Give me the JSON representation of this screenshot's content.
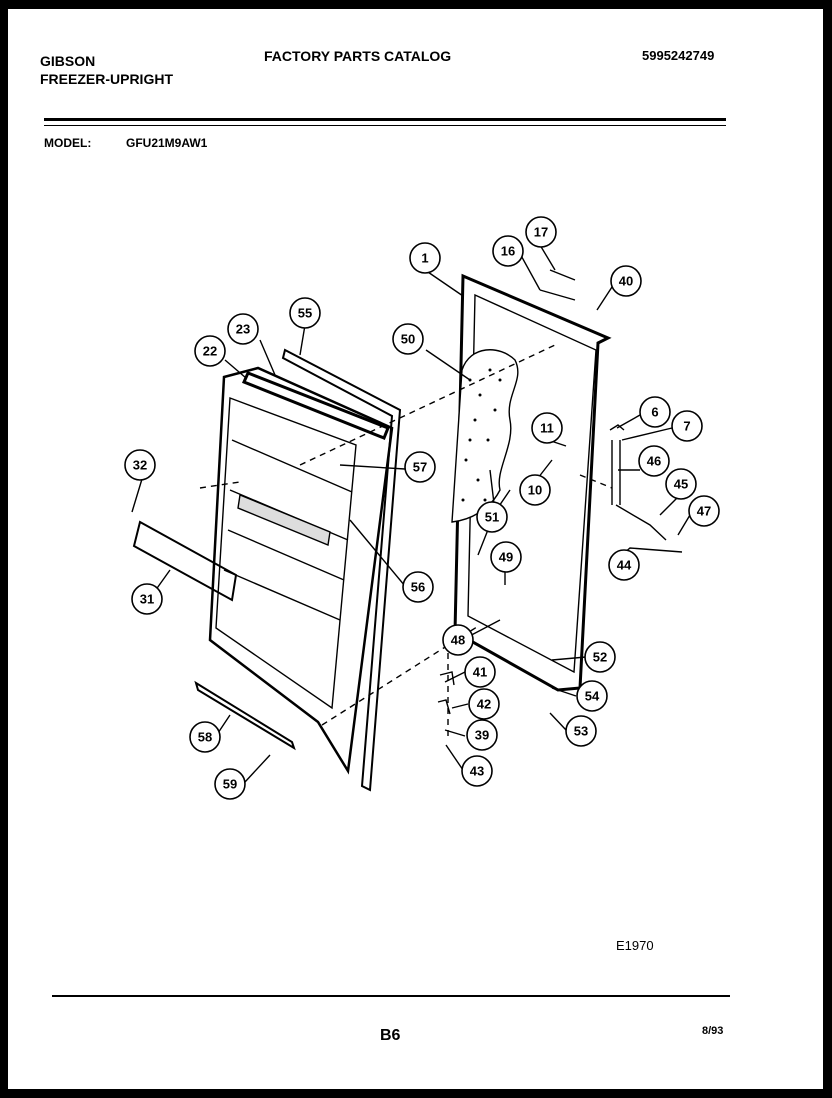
{
  "header": {
    "brand_line1": "GIBSON",
    "brand_line2": "FREEZER-UPRIGHT",
    "title": "FACTORY PARTS CATALOG",
    "part_number": "5995242749",
    "model_label": "MODEL:",
    "model_value": "GFU21M9AW1"
  },
  "callouts": [
    "1",
    "16",
    "17",
    "40",
    "50",
    "23",
    "55",
    "22",
    "6",
    "7",
    "11",
    "10",
    "46",
    "45",
    "47",
    "44",
    "32",
    "57",
    "51",
    "49",
    "56",
    "31",
    "48",
    "52",
    "41",
    "54",
    "42",
    "53",
    "39",
    "43",
    "58",
    "59"
  ],
  "footer": {
    "diagram_code": "E1970",
    "page_code": "B6",
    "date": "8/93"
  }
}
